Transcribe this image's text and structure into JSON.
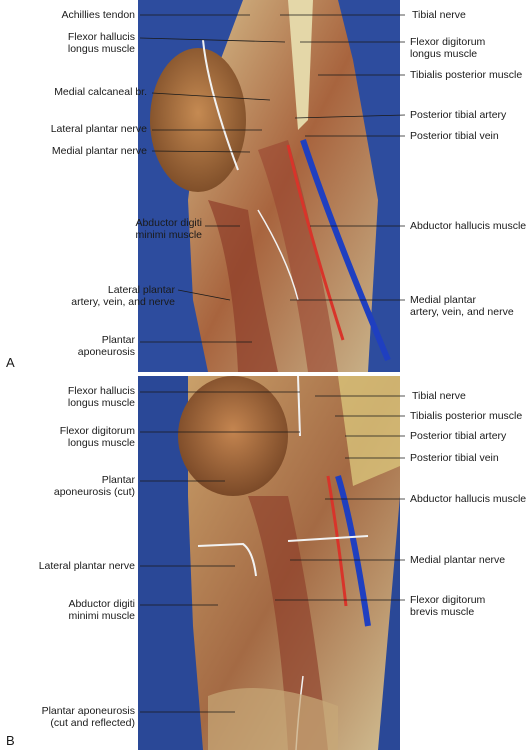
{
  "figure": {
    "panel_a": {
      "letter": "A",
      "left_labels": [
        "Achillies tendon",
        "Flexor hallucis\nlongus muscle",
        "Medial calcaneal br.",
        "Lateral plantar nerve",
        "Medial plantar nerve",
        "Abductor digiti\nminimi muscle",
        "Lateral plantar\nartery, vein, and nerve",
        "Plantar\naponeurosis"
      ],
      "right_labels": [
        "Tibial nerve",
        "Flexor digitorum\nlongus muscle",
        "Tibialis posterior muscle",
        "Posterior tibial artery",
        "Posterior tibial vein",
        "Abductor hallucis muscle",
        "Medial plantar\nartery, vein, and nerve"
      ]
    },
    "panel_b": {
      "letter": "B",
      "left_labels": [
        "Flexor hallucis\nlongus muscle",
        "Flexor digitorum\nlongus muscle",
        "Plantar\naponeurosis (cut)",
        "Lateral plantar nerve",
        "Abductor digiti\nminimi muscle",
        "Plantar aponeurosis\n(cut and reflected)"
      ],
      "right_labels": [
        "Tibial nerve",
        "Tibialis posterior muscle",
        "Posterior tibial artery",
        "Posterior tibial vein",
        "Abductor hallucis muscle",
        "Medial plantar nerve",
        "Flexor digitorum\nbrevis muscle"
      ]
    }
  }
}
